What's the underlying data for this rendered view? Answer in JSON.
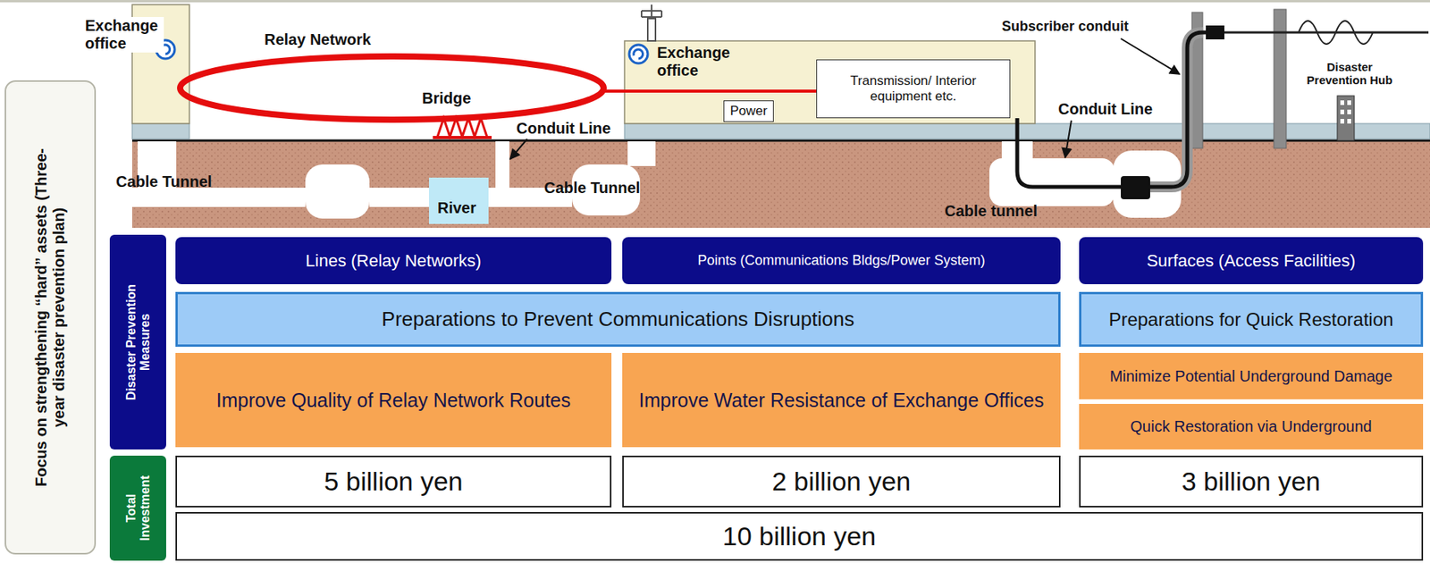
{
  "diagram": {
    "nodes": [
      {
        "text": [
          "Focus on strengthening “hard” assets (Three-year disaster prevention plan)"
        ]
      },
      {
        "text": [
          "Exchange office"
        ]
      },
      {
        "text": [
          "Exchange office"
        ]
      },
      {
        "text": [
          "Power"
        ],
        "in": 2
      },
      {
        "text": [
          "Transmission/ Interior equipment etc."
        ],
        "in": 2
      },
      {
        "text": [
          "Disaster Prevention Measures"
        ]
      },
      {
        "text": [
          "Lines (Relay Networks)"
        ]
      },
      {
        "text": [
          "Points (Communications Bldgs/Power System)"
        ]
      },
      {
        "text": [
          "Surfaces (Access Facilities)"
        ]
      },
      {
        "text": [
          "Preparations to Prevent Communications Disruptions"
        ]
      },
      {
        "text": [
          "Preparations for Quick Restoration"
        ]
      },
      {
        "text": [
          "Improve Quality of Relay Network Routes"
        ]
      },
      {
        "text": [
          "Improve Water Resistance of Exchange Offices"
        ]
      },
      {
        "text": [
          "Minimize Potential Underground Damage"
        ]
      },
      {
        "text": [
          "Quick Restoration via Underground"
        ]
      },
      {
        "text": [
          "Total Investment"
        ]
      },
      {
        "text": [
          "5 billion yen"
        ]
      },
      {
        "text": [
          "2 billion yen"
        ]
      },
      {
        "text": [
          "3 billion yen"
        ]
      },
      {
        "text": [
          "10 billion yen"
        ]
      }
    ],
    "labels": [
      "Relay Network",
      "Bridge",
      "Conduit Line",
      "Cable Tunnel",
      "River",
      "Cable Tunnel",
      "Subscriber conduit",
      "Disaster Prevention Hub",
      "Conduit Line",
      "Cable tunnel"
    ]
  }
}
